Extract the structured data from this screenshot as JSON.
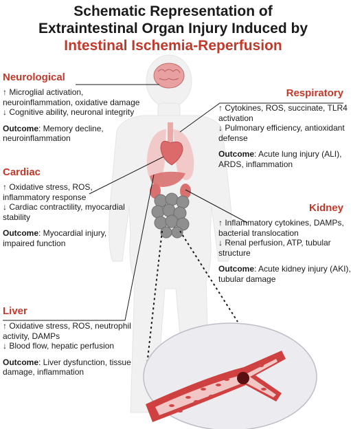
{
  "title": {
    "line1": "Schematic Representation of",
    "line2": "Extraintestinal Organ Injury Induced by",
    "line3": "Intestinal Ischemia-Reperfusion"
  },
  "colors": {
    "accent_red": "#c0392b",
    "body_fill": "#f1f1f1",
    "organ_red": "#e28a8a",
    "intestine": "#8f8f8f",
    "vessel_red": "#d04545"
  },
  "organs": {
    "neurological": {
      "heading": "Neurological",
      "up": "↑ Microglial activation,",
      "up2": "neuroinflammation, oxidative damage",
      "down": "↓ Cognitive ability, neuronal integrity",
      "outcome_label": "Outcome",
      "outcome1": ": Memory decline,",
      "outcome2": "neuroinflammation"
    },
    "respiratory": {
      "heading": "Respiratory",
      "up": "↑ Cytokines, ROS, succinate, TLR4",
      "up2": "activation",
      "down": "↓ Pulmonary efficiency, antioxidant",
      "down2": "defense",
      "outcome_label": "Outcome",
      "outcome1": ": Acute lung injury (ALI),",
      "outcome2": "ARDS, inflammation"
    },
    "cardiac": {
      "heading": "Cardiac",
      "up": "↑ Oxidative stress, ROS,",
      "up2": "inflammatory response",
      "down": "↓ Cardiac contractility, myocardial",
      "down2": "stability",
      "outcome_label": "Outcome",
      "outcome1": ": Myocardial injury,",
      "outcome2": "impaired function"
    },
    "kidney": {
      "heading": "Kidney",
      "up": "↑ Inflammatory cytokines, DAMPs,",
      "up2": "bacterial translocation",
      "down": "↓ Renal perfusion, ATP, tubular",
      "down2": "structure",
      "outcome_label": "Outcome",
      "outcome1": ": Acute kidney injury (AKI),",
      "outcome2": "tubular damage"
    },
    "liver": {
      "heading": "Liver",
      "up": "↑ Oxidative stress, ROS, neutrophil",
      "up2": "activity, DAMPs",
      "down": "↓ Blood flow, hepatic perfusion",
      "outcome_label": "Outcome",
      "outcome1": ": Liver dysfunction, tissue",
      "outcome2": "damage, inflammation"
    }
  }
}
